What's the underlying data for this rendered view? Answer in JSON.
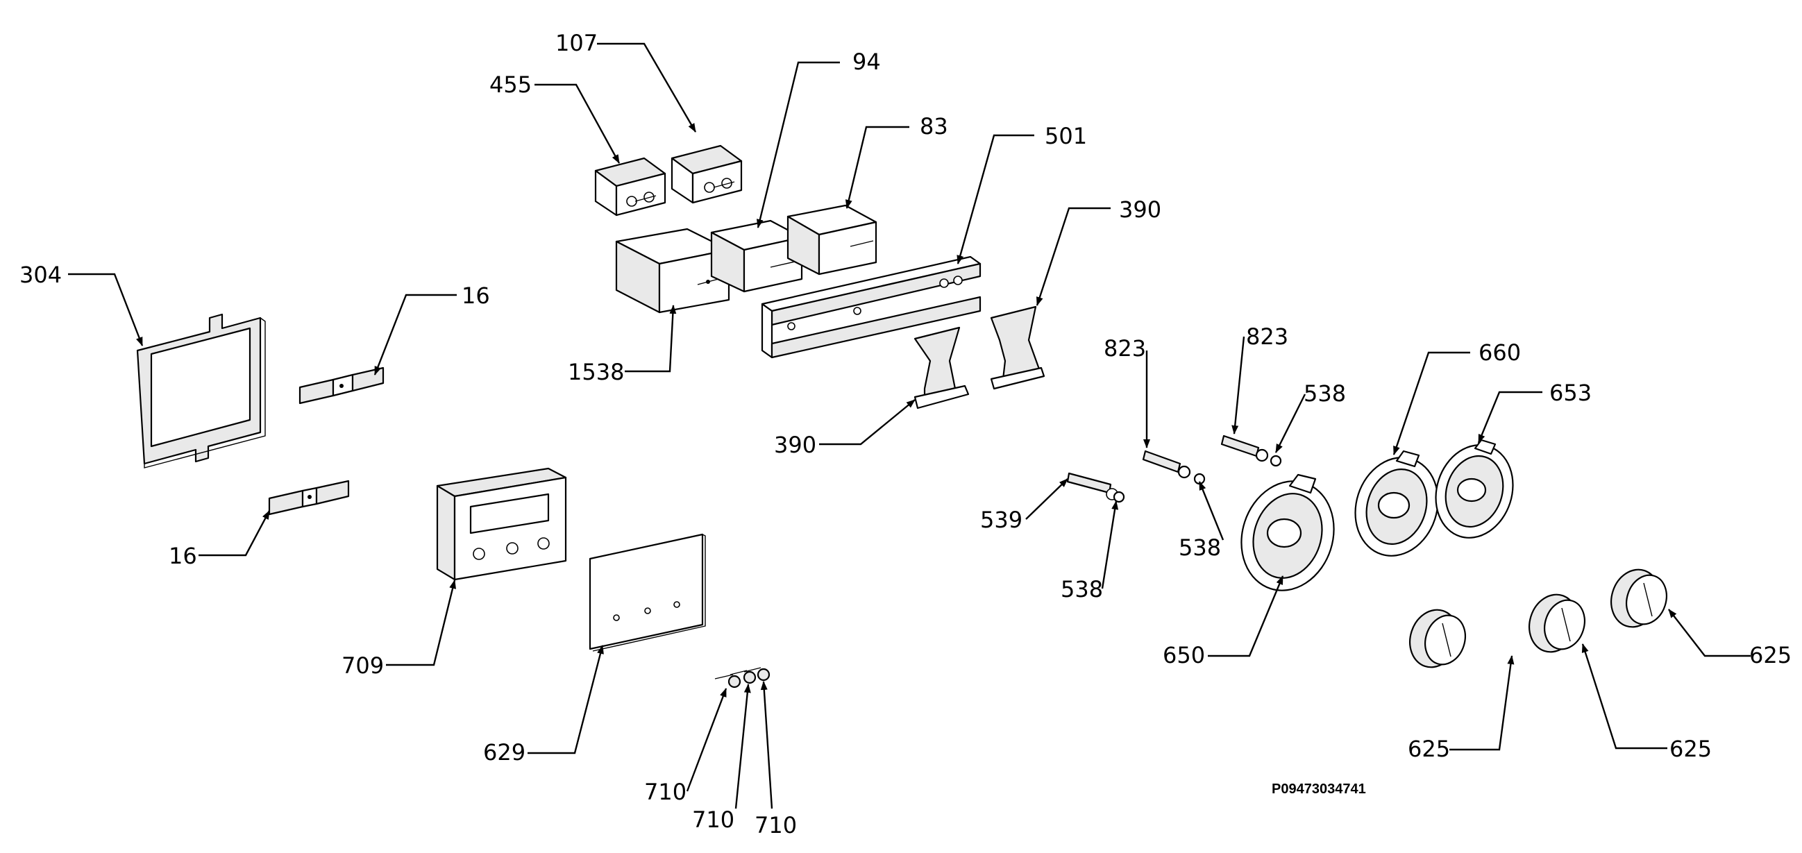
{
  "figure": {
    "reference_code": "P09473034741",
    "callouts": [
      {
        "id": "c-107",
        "label": "107"
      },
      {
        "id": "c-455",
        "label": "455"
      },
      {
        "id": "c-94",
        "label": "94"
      },
      {
        "id": "c-83",
        "label": "83"
      },
      {
        "id": "c-501",
        "label": "501"
      },
      {
        "id": "c-390a",
        "label": "390"
      },
      {
        "id": "c-304",
        "label": "304"
      },
      {
        "id": "c-16a",
        "label": "16"
      },
      {
        "id": "c-1538",
        "label": "1538"
      },
      {
        "id": "c-823a",
        "label": "823"
      },
      {
        "id": "c-823b",
        "label": "823"
      },
      {
        "id": "c-660",
        "label": "660"
      },
      {
        "id": "c-538a",
        "label": "538"
      },
      {
        "id": "c-653",
        "label": "653"
      },
      {
        "id": "c-390b",
        "label": "390"
      },
      {
        "id": "c-539",
        "label": "539"
      },
      {
        "id": "c-538b",
        "label": "538"
      },
      {
        "id": "c-16b",
        "label": "16"
      },
      {
        "id": "c-538c",
        "label": "538"
      },
      {
        "id": "c-709",
        "label": "709"
      },
      {
        "id": "c-650",
        "label": "650"
      },
      {
        "id": "c-625a",
        "label": "625"
      },
      {
        "id": "c-629",
        "label": "629"
      },
      {
        "id": "c-625b",
        "label": "625"
      },
      {
        "id": "c-625c",
        "label": "625"
      },
      {
        "id": "c-710a",
        "label": "710"
      },
      {
        "id": "c-710b",
        "label": "710"
      },
      {
        "id": "c-710c",
        "label": "710"
      }
    ]
  }
}
